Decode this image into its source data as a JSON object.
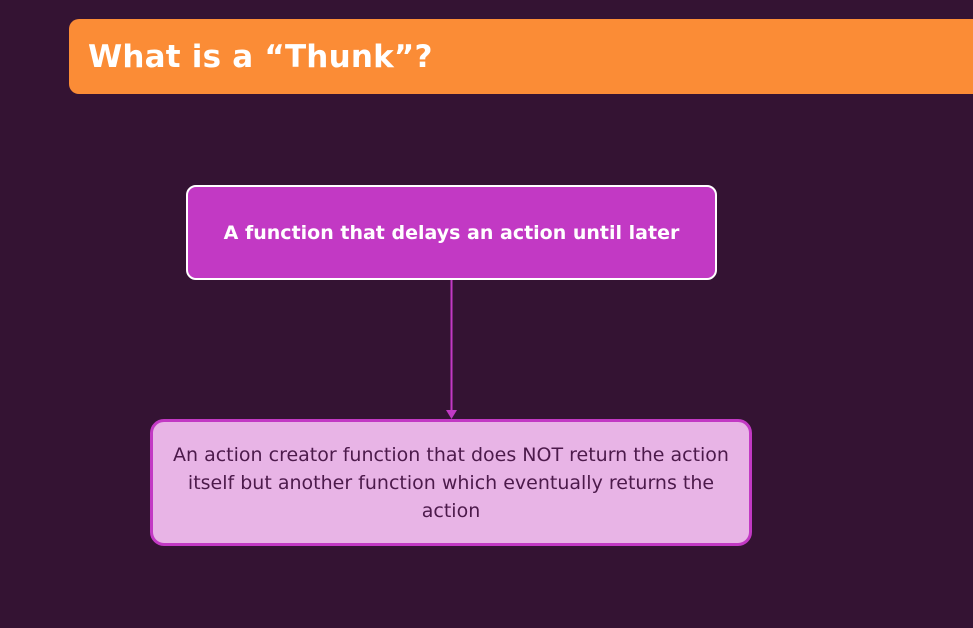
{
  "slide": {
    "title": "What is a “Thunk”?"
  },
  "diagram": {
    "top_node": {
      "text": "A function that delays an action until later"
    },
    "bottom_node": {
      "text": "An action creator function that does NOT return the action itself but another function which eventually returns the action"
    }
  },
  "colors": {
    "background": "#341333",
    "title_bar": "#fb8c36",
    "primary_box": "#c239c4",
    "secondary_box": "#e8b4e6",
    "connector": "#c239c4"
  }
}
